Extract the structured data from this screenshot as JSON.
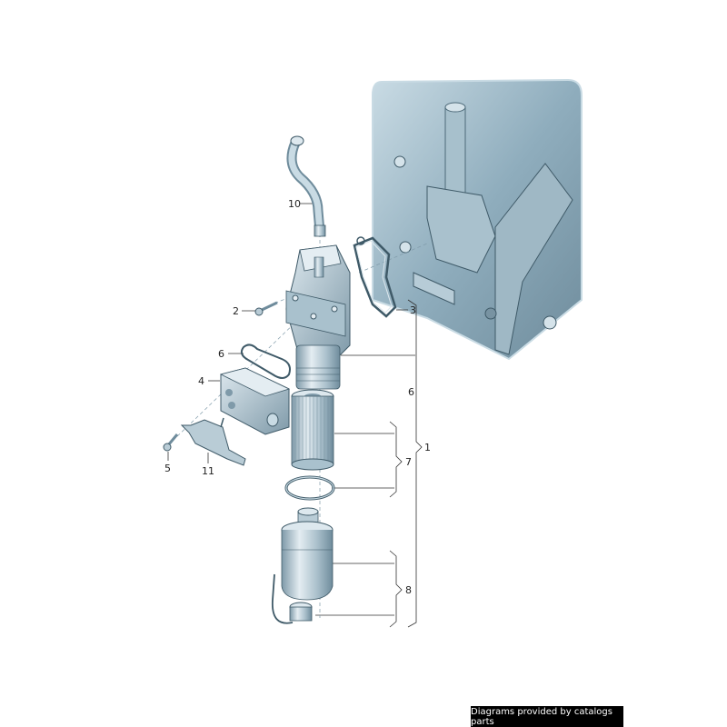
{
  "diagram": {
    "type": "exploded-parts-diagram",
    "subject": "Oil filter housing with oil cooler, mounted to engine block",
    "colors": {
      "part_fill": "#b9ccd6",
      "part_dark": "#6f8c9c",
      "part_light": "#e4edf2",
      "engine_block": "#8fadbd",
      "line": "#333333"
    },
    "callouts": [
      {
        "id": "c10",
        "label": "10",
        "part": "breather hose"
      },
      {
        "id": "c2",
        "label": "2",
        "part": "bolt"
      },
      {
        "id": "c3",
        "label": "3",
        "part": "gasket"
      },
      {
        "id": "c6a",
        "label": "6",
        "part": "seal"
      },
      {
        "id": "c4",
        "label": "4",
        "part": "oil cooler"
      },
      {
        "id": "c5",
        "label": "5",
        "part": "bolt"
      },
      {
        "id": "c11",
        "label": "11",
        "part": "bracket"
      },
      {
        "id": "c6b",
        "label": "6",
        "part": "oil filter housing"
      },
      {
        "id": "c7",
        "label": "7",
        "part": "filter element kit"
      },
      {
        "id": "c8",
        "label": "8",
        "part": "filter cap kit"
      },
      {
        "id": "c1",
        "label": "1",
        "part": "complete assembly"
      }
    ]
  },
  "footer": {
    "credit": "Diagrams provided by catalogs parts"
  }
}
